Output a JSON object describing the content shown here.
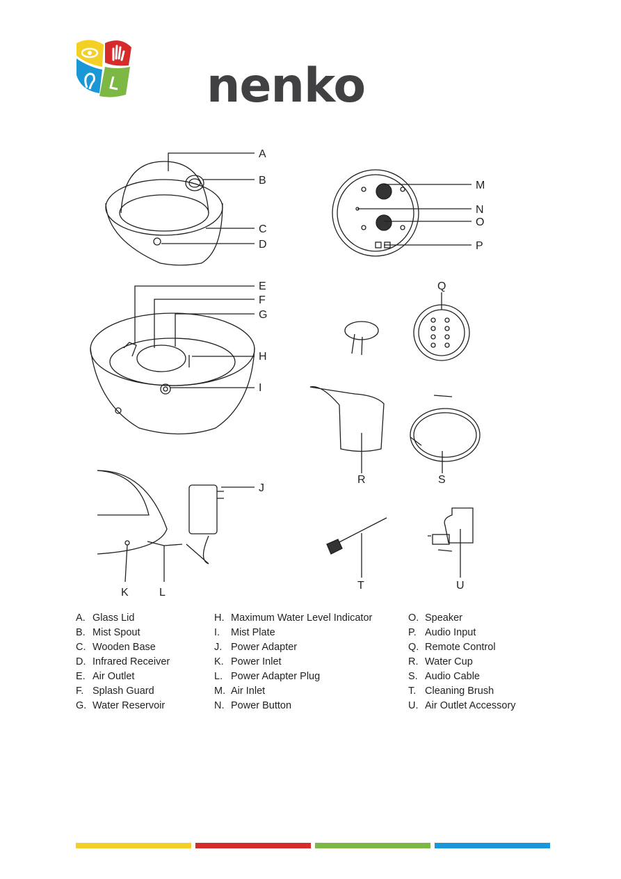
{
  "brand": {
    "name": "nenko"
  },
  "labels": [
    "A",
    "B",
    "C",
    "D",
    "E",
    "F",
    "G",
    "H",
    "I",
    "J",
    "K",
    "L",
    "M",
    "N",
    "O",
    "P",
    "Q",
    "R",
    "S",
    "T",
    "U"
  ],
  "legend": {
    "col1": [
      {
        "key": "A.",
        "text": "Glass Lid"
      },
      {
        "key": "B.",
        "text": "Mist Spout"
      },
      {
        "key": "C.",
        "text": "Wooden Base"
      },
      {
        "key": "D.",
        "text": "Infrared Receiver"
      },
      {
        "key": "E.",
        "text": "Air Outlet"
      },
      {
        "key": "F.",
        "text": "Splash Guard"
      },
      {
        "key": "G.",
        "text": "Water Reservoir"
      }
    ],
    "col2": [
      {
        "key": "H.",
        "text": "Maximum Water Level Indicator"
      },
      {
        "key": "I.",
        "text": "Mist Plate"
      },
      {
        "key": "J.",
        "text": "Power Adapter"
      },
      {
        "key": "K.",
        "text": "Power Inlet"
      },
      {
        "key": "L.",
        "text": "Power Adapter Plug"
      },
      {
        "key": "M.",
        "text": "Air Inlet"
      },
      {
        "key": "N.",
        "text": "Power Button"
      }
    ],
    "col3": [
      {
        "key": "O.",
        "text": "Speaker"
      },
      {
        "key": "P.",
        "text": "Audio Input"
      },
      {
        "key": "Q.",
        "text": "Remote Control"
      },
      {
        "key": "R.",
        "text": "Water Cup"
      },
      {
        "key": "S.",
        "text": "Audio Cable"
      },
      {
        "key": "T.",
        "text": "Cleaning Brush"
      },
      {
        "key": "U.",
        "text": "Air Outlet Accessory"
      }
    ]
  },
  "colors": {
    "yellow": "#f4cf26",
    "red": "#d52b2b",
    "green": "#7cb843",
    "blue": "#1a97d6",
    "text": "#414042"
  },
  "icons": [
    "eye-icon",
    "hand-icon",
    "ear-icon",
    "nose-icon"
  ]
}
